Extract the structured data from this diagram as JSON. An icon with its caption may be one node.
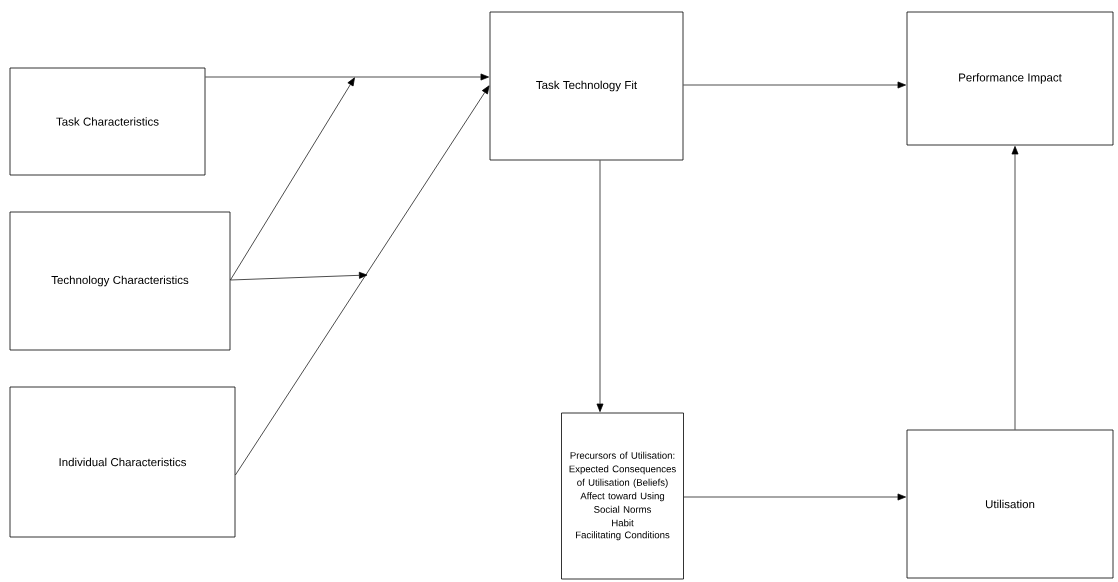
{
  "diagram": {
    "nodes": [
      {
        "text": [
          "Task Characteristics"
        ]
      },
      {
        "text": [
          "Technology Characteristics"
        ]
      },
      {
        "text": [
          "Individual Characteristics"
        ]
      },
      {
        "text": [
          "Task Technology Fit"
        ]
      },
      {
        "text": [
          "Performance Impact"
        ]
      },
      {
        "text": [
          "Precursors of Utilisation:",
          "Expected Consequences of Utilisation (Beliefs)",
          "Affect toward Using",
          "Social Norms",
          "Habit",
          "Facilitating Conditions"
        ]
      },
      {
        "text": [
          "Utilisation"
        ]
      }
    ],
    "edges": [
      {
        "from": 0,
        "to": 3,
        "arrow": "to"
      },
      {
        "from": 1,
        "to": null,
        "arrow": "to"
      },
      {
        "from": 1,
        "to": null,
        "arrow": "to"
      },
      {
        "from": 2,
        "to": 3,
        "arrow": "to"
      },
      {
        "from": 3,
        "to": 5,
        "arrow": "to"
      },
      {
        "from": 3,
        "to": 4,
        "arrow": "to"
      },
      {
        "from": 5,
        "to": 6,
        "arrow": "to"
      },
      {
        "from": 6,
        "to": 4,
        "arrow": "to"
      }
    ]
  }
}
